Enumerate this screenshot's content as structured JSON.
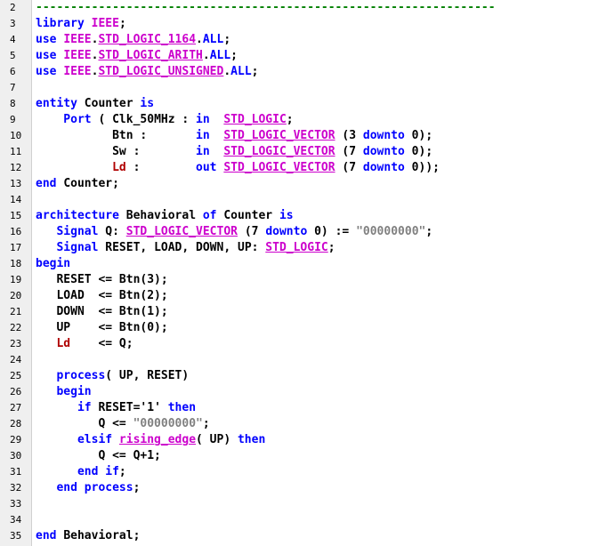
{
  "lines": [
    {
      "n": "2",
      "tokens": [
        {
          "t": "------------------------------------------------------------------",
          "c": "cmt"
        }
      ]
    },
    {
      "n": "3",
      "tokens": [
        {
          "t": "library ",
          "c": "kw"
        },
        {
          "t": "IEEE",
          "c": "ty"
        },
        {
          "t": ";",
          "c": ""
        }
      ]
    },
    {
      "n": "4",
      "tokens": [
        {
          "t": "use ",
          "c": "kw"
        },
        {
          "t": "IEEE",
          "c": "ty"
        },
        {
          "t": ".",
          "c": ""
        },
        {
          "t": "STD_LOGIC_1164",
          "c": "ty ul"
        },
        {
          "t": ".",
          "c": ""
        },
        {
          "t": "ALL",
          "c": "kw"
        },
        {
          "t": ";",
          "c": ""
        }
      ]
    },
    {
      "n": "5",
      "tokens": [
        {
          "t": "use ",
          "c": "kw"
        },
        {
          "t": "IEEE",
          "c": "ty"
        },
        {
          "t": ".",
          "c": ""
        },
        {
          "t": "STD_LOGIC_ARITH",
          "c": "ty ul"
        },
        {
          "t": ".",
          "c": ""
        },
        {
          "t": "ALL",
          "c": "kw"
        },
        {
          "t": ";",
          "c": ""
        }
      ]
    },
    {
      "n": "6",
      "tokens": [
        {
          "t": "use ",
          "c": "kw"
        },
        {
          "t": "IEEE",
          "c": "ty"
        },
        {
          "t": ".",
          "c": ""
        },
        {
          "t": "STD_LOGIC_UNSIGNED",
          "c": "ty ul"
        },
        {
          "t": ".",
          "c": ""
        },
        {
          "t": "ALL",
          "c": "kw"
        },
        {
          "t": ";",
          "c": ""
        }
      ]
    },
    {
      "n": "7",
      "tokens": []
    },
    {
      "n": "8",
      "tokens": [
        {
          "t": "entity ",
          "c": "kw"
        },
        {
          "t": "Counter ",
          "c": ""
        },
        {
          "t": "is",
          "c": "kw"
        }
      ]
    },
    {
      "n": "9",
      "tokens": [
        {
          "t": "    Port",
          "c": "kw"
        },
        {
          "t": " ( Clk_50MHz : ",
          "c": ""
        },
        {
          "t": "in",
          "c": "kw"
        },
        {
          "t": "  ",
          "c": ""
        },
        {
          "t": "STD_LOGIC",
          "c": "ty ul"
        },
        {
          "t": ";",
          "c": ""
        }
      ]
    },
    {
      "n": "10",
      "tokens": [
        {
          "t": "           Btn :       ",
          "c": ""
        },
        {
          "t": "in",
          "c": "kw"
        },
        {
          "t": "  ",
          "c": ""
        },
        {
          "t": "STD_LOGIC_VECTOR",
          "c": "ty ul"
        },
        {
          "t": " (3 ",
          "c": ""
        },
        {
          "t": "downto",
          "c": "kw"
        },
        {
          "t": " 0);",
          "c": ""
        }
      ]
    },
    {
      "n": "11",
      "tokens": [
        {
          "t": "           Sw :        ",
          "c": ""
        },
        {
          "t": "in",
          "c": "kw"
        },
        {
          "t": "  ",
          "c": ""
        },
        {
          "t": "STD_LOGIC_VECTOR",
          "c": "ty ul"
        },
        {
          "t": " (7 ",
          "c": ""
        },
        {
          "t": "downto",
          "c": "kw"
        },
        {
          "t": " 0);",
          "c": ""
        }
      ]
    },
    {
      "n": "12",
      "tokens": [
        {
          "t": "           ",
          "c": ""
        },
        {
          "t": "Ld",
          "c": "port"
        },
        {
          "t": " :        ",
          "c": ""
        },
        {
          "t": "out",
          "c": "kw"
        },
        {
          "t": " ",
          "c": ""
        },
        {
          "t": "STD_LOGIC_VECTOR",
          "c": "ty ul"
        },
        {
          "t": " (7 ",
          "c": ""
        },
        {
          "t": "downto",
          "c": "kw"
        },
        {
          "t": " 0));",
          "c": ""
        }
      ]
    },
    {
      "n": "13",
      "tokens": [
        {
          "t": "end ",
          "c": "kw"
        },
        {
          "t": "Counter;",
          "c": ""
        }
      ]
    },
    {
      "n": "14",
      "tokens": []
    },
    {
      "n": "15",
      "tokens": [
        {
          "t": "architecture ",
          "c": "kw"
        },
        {
          "t": "Behavioral ",
          "c": ""
        },
        {
          "t": "of ",
          "c": "kw"
        },
        {
          "t": "Counter ",
          "c": ""
        },
        {
          "t": "is",
          "c": "kw"
        }
      ]
    },
    {
      "n": "16",
      "tokens": [
        {
          "t": "   Signal",
          "c": "kw"
        },
        {
          "t": " Q: ",
          "c": ""
        },
        {
          "t": "STD_LOGIC_VECTOR",
          "c": "ty ul"
        },
        {
          "t": " (7 ",
          "c": ""
        },
        {
          "t": "downto",
          "c": "kw"
        },
        {
          "t": " 0) := ",
          "c": ""
        },
        {
          "t": "\"00000000\"",
          "c": "str"
        },
        {
          "t": ";",
          "c": ""
        }
      ]
    },
    {
      "n": "17",
      "tokens": [
        {
          "t": "   Signal",
          "c": "kw"
        },
        {
          "t": " RESET, LOAD, DOWN, UP: ",
          "c": ""
        },
        {
          "t": "STD_LOGIC",
          "c": "ty ul"
        },
        {
          "t": ";",
          "c": ""
        }
      ]
    },
    {
      "n": "18",
      "tokens": [
        {
          "t": "begin",
          "c": "kw"
        }
      ]
    },
    {
      "n": "19",
      "tokens": [
        {
          "t": "   RESET <= Btn(3);",
          "c": ""
        }
      ]
    },
    {
      "n": "20",
      "tokens": [
        {
          "t": "   LOAD  <= Btn(2);",
          "c": ""
        }
      ]
    },
    {
      "n": "21",
      "tokens": [
        {
          "t": "   DOWN  <= Btn(1);",
          "c": ""
        }
      ]
    },
    {
      "n": "22",
      "tokens": [
        {
          "t": "   UP    <= Btn(0);",
          "c": ""
        }
      ]
    },
    {
      "n": "23",
      "tokens": [
        {
          "t": "   ",
          "c": ""
        },
        {
          "t": "Ld",
          "c": "port"
        },
        {
          "t": "    <= Q;",
          "c": ""
        }
      ]
    },
    {
      "n": "24",
      "tokens": []
    },
    {
      "n": "25",
      "tokens": [
        {
          "t": "   process",
          "c": "kw"
        },
        {
          "t": "( UP, RESET)",
          "c": ""
        }
      ]
    },
    {
      "n": "26",
      "tokens": [
        {
          "t": "   begin",
          "c": "kw"
        }
      ]
    },
    {
      "n": "27",
      "tokens": [
        {
          "t": "      if",
          "c": "kw"
        },
        {
          "t": " RESET='1' ",
          "c": ""
        },
        {
          "t": "then",
          "c": "kw"
        }
      ]
    },
    {
      "n": "28",
      "tokens": [
        {
          "t": "         Q <= ",
          "c": ""
        },
        {
          "t": "\"00000000\"",
          "c": "str"
        },
        {
          "t": ";",
          "c": ""
        }
      ]
    },
    {
      "n": "29",
      "tokens": [
        {
          "t": "      elsif ",
          "c": "kw"
        },
        {
          "t": "rising_edge",
          "c": "ty ul"
        },
        {
          "t": "( UP) ",
          "c": ""
        },
        {
          "t": "then",
          "c": "kw"
        }
      ]
    },
    {
      "n": "30",
      "tokens": [
        {
          "t": "         Q <= Q+1;",
          "c": ""
        }
      ]
    },
    {
      "n": "31",
      "tokens": [
        {
          "t": "      end if",
          "c": "kw"
        },
        {
          "t": ";",
          "c": ""
        }
      ]
    },
    {
      "n": "32",
      "tokens": [
        {
          "t": "   end process",
          "c": "kw"
        },
        {
          "t": ";",
          "c": ""
        }
      ]
    },
    {
      "n": "33",
      "tokens": []
    },
    {
      "n": "34",
      "tokens": []
    },
    {
      "n": "35",
      "tokens": [
        {
          "t": "end ",
          "c": "kw"
        },
        {
          "t": "Behavioral;",
          "c": ""
        }
      ]
    }
  ]
}
